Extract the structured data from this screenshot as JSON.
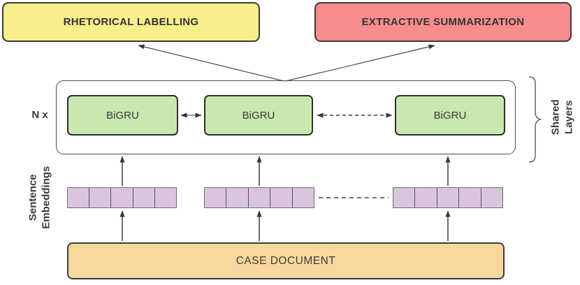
{
  "diagram": {
    "title_implicit": "Multi-task model: shared BiGRU layers over sentence embeddings of a case document",
    "colors": {
      "rhetorical_fill": "#F7F08A",
      "extractive_fill": "#F98C8C",
      "bigru_fill": "#C9E7AE",
      "embedding_cell_fill": "#D9C6DD",
      "case_document_fill": "#FAD89D",
      "border_dark": "#3a3a3a",
      "text": "#333333"
    },
    "tasks": {
      "rhetorical": {
        "label": "RHETORICAL LABELLING"
      },
      "extractive": {
        "label": "EXTRACTIVE SUMMARIZATION"
      }
    },
    "shared_layers": {
      "repeat_label": "N x",
      "brace_label": "Shared\nLayers",
      "bigru_labels": [
        "BiGRU",
        "BiGRU",
        "BiGRU"
      ]
    },
    "embeddings": {
      "label": "Sentence\nEmbeddings",
      "strip_count": 3,
      "cells_per_strip": 5
    },
    "input": {
      "label": "CASE DOCUMENT"
    }
  }
}
